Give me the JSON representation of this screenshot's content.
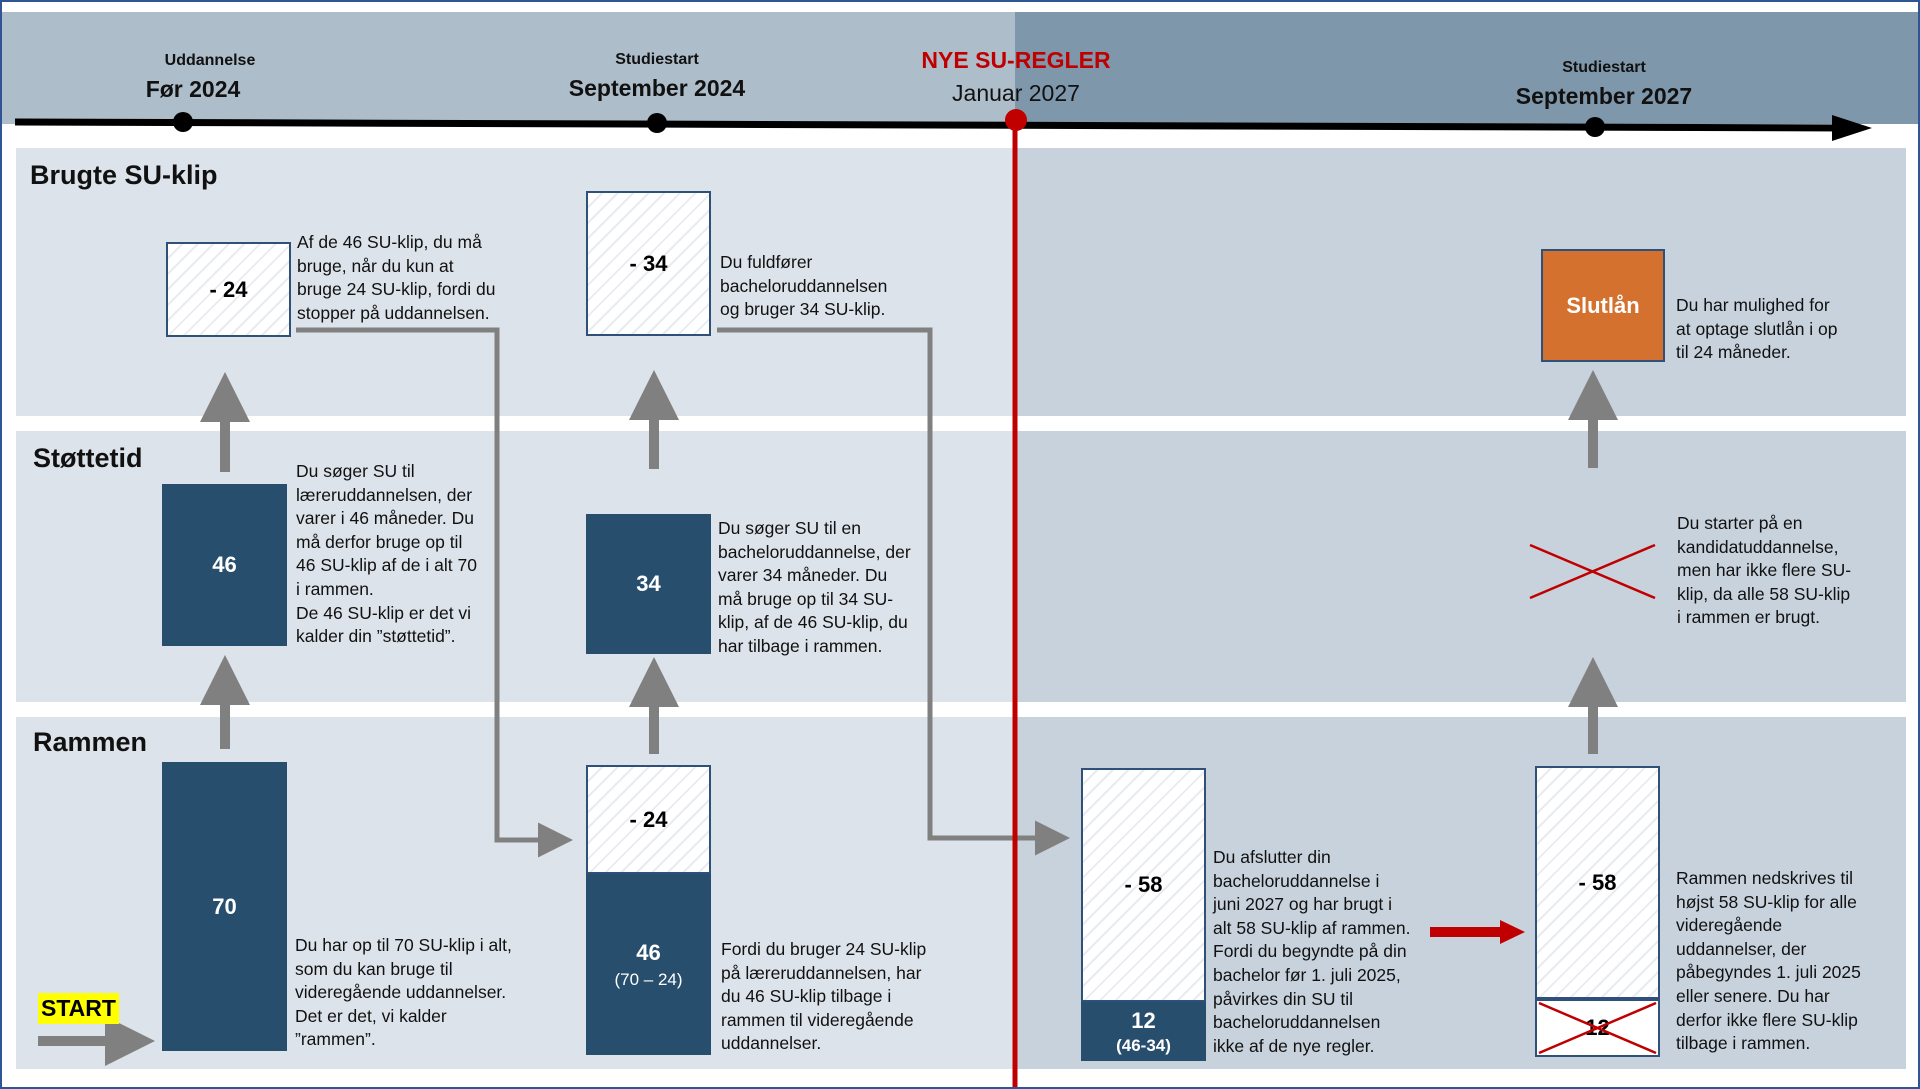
{
  "timeline": {
    "events": [
      {
        "label": "Uddannelse",
        "date": "Før 2024"
      },
      {
        "label": "Studiestart",
        "date": "September 2024"
      },
      {
        "label": "NYE SU-REGLER",
        "date": "Januar 2027"
      },
      {
        "label": "Studiestart",
        "date": "September 2027"
      }
    ]
  },
  "rows": {
    "brugte": "Brugte SU-klip",
    "stottetid": "Støttetid",
    "rammen": "Rammen"
  },
  "boxes": {
    "c1_brugte": "- 24",
    "c1_stottetid": "46",
    "c1_rammen": "70",
    "c2_brugte": "- 34",
    "c2_stottetid": "34",
    "c2_rammen_top": "- 24",
    "c2_rammen_bottom": "46",
    "c2_rammen_bottom_sub": "(70 – 24)",
    "c3_rammen_top": "- 58",
    "c3_rammen_bottom": "12",
    "c3_rammen_bottom_sub": "(46-34)",
    "c4_slutlan": "Slutlån",
    "c4_rammen_top": "- 58",
    "c4_rammen_bottom": "12"
  },
  "texts": {
    "c1_brugte": "Af de 46 SU-klip, du må\nbruge, når du kun at\nbruge 24 SU-klip, fordi du\nstopper på uddannelsen.",
    "c1_stottetid": "Du søger SU til\nlæreruddannelsen, der\nvarer i 46 måneder. Du\nmå derfor bruge op til\n46 SU-klip af de i alt 70\ni rammen.\nDe 46 SU-klip er det vi\nkalder din ”støttetid”.",
    "c1_rammen": "Du har op til 70 SU-klip i alt,\nsom du kan bruge til\nvideregående uddannelser.\nDet er det, vi kalder\n”rammen”.",
    "c2_brugte": "Du fuldfører\nbacheloruddannelsen\nog bruger 34 SU-klip.",
    "c2_stottetid": "Du søger SU til en\nbacheloruddannelse, der\nvarer 34 måneder. Du\nmå bruge op til 34 SU-\nklip, af de 46 SU-klip, du\nhar tilbage i rammen.",
    "c2_rammen": "Fordi du bruger 24 SU-klip\npå læreruddannelsen, har\ndu 46 SU-klip tilbage i\nrammen til videregående\nuddannelser.",
    "c3_rammen": "Du afslutter din\nbacheloruddannelse i\njuni 2027 og har brugt i\nalt 58 SU-klip af rammen.\nFordi du begyndte på din\nbachelor før 1. juli 2025,\npåvirkes din SU til\nbacheloruddannelsen\nikke af de nye regler.",
    "c4_brugte": "Du har mulighed for\nat optage slutlån i op\ntil 24 måneder.",
    "c4_stottetid": "Du starter på en\nkandidatuddannelse,\nmen har ikke flere SU-\nklip, da alle 58 SU-klip\ni rammen er brugt.",
    "c4_rammen": "Rammen nedskrives til\nhøjst 58 SU-klip for alle\nvideregående\nuddannelser, der\npåbegyndes 1. juli 2025\neller senere. Du har\nderfor ikke flere SU-klip\ntilbage i rammen."
  },
  "start_label": "START",
  "colors": {
    "dark_box": "#284e6d",
    "orange_box": "#d4712f",
    "red_accent": "#c00000",
    "start_highlight": "#ffff00",
    "arrow_grey": "#808080"
  }
}
